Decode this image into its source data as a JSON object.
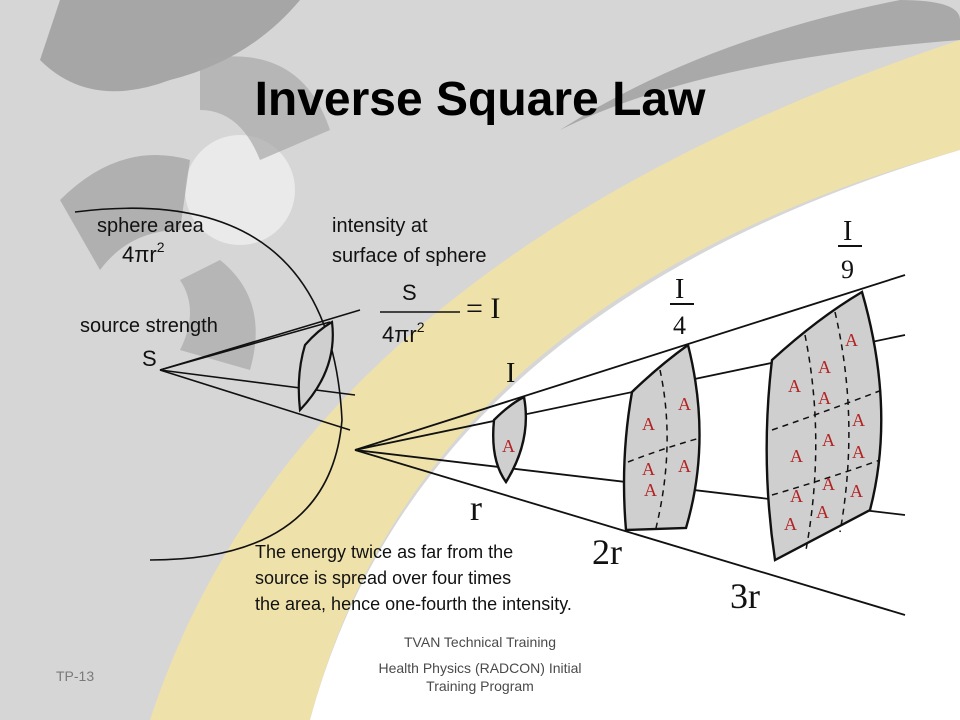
{
  "title": "Inverse Square Law",
  "labels": {
    "sphere_area": "sphere area",
    "sphere_formula_base": "4πr",
    "sphere_formula_exp": "2",
    "intensity_line1": "intensity at",
    "intensity_line2": "surface of sphere",
    "fraction_num": "S",
    "fraction_den_base": "4πr",
    "fraction_den_exp": "2",
    "equals_i": "= I",
    "source_strength": "source strength",
    "source_symbol": "S",
    "intensity_1": "I",
    "intensity_4_num": "I",
    "intensity_4_den": "4",
    "intensity_9_num": "I",
    "intensity_9_den": "9",
    "distance_1": "r",
    "distance_2": "2r",
    "distance_3": "3r",
    "area_label": "A",
    "caption_line1": "The energy twice as far from the",
    "caption_line2": "source is spread over four times",
    "caption_line3": "the area, hence one-fourth the intensity."
  },
  "footer": {
    "org": "TVAN Technical Training",
    "program_line1": "Health Physics (RADCON) Initial",
    "program_line2": "Training Program",
    "slide_number": "TP-13"
  },
  "colors": {
    "background": "#d9d9d9",
    "band": "#f0e3b0",
    "panel": "#ffffff",
    "area_fill": "#cfcfcf",
    "area_letter": "#b22222"
  }
}
